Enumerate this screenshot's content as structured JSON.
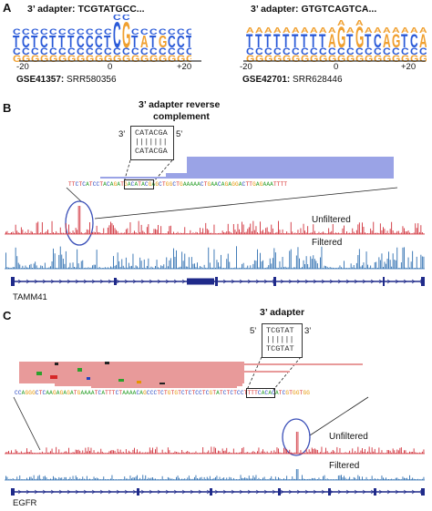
{
  "panel_a": {
    "letter": "A",
    "left_logo": {
      "title": "3’ adapter: TCGTATGCC...",
      "gse_id": "GSE41357:",
      "srr_id": "SRR580356",
      "ticks": [
        "-20",
        "0",
        "+20"
      ]
    },
    "right_logo": {
      "title": "3’ adapter: GTGTCAGTCA...",
      "gse_id": "GSE42701:",
      "srr_id": "SRR628446",
      "ticks": [
        "-20",
        "0",
        "+20"
      ]
    }
  },
  "panel_b": {
    "letter": "B",
    "callout_title_line1": "3’ adapter reverse",
    "callout_title_line2": "complement",
    "box_prime_left": "3’",
    "box_prime_right": "5’",
    "box_top": "CATACGA",
    "box_bars": "|||||||",
    "box_bottom": "CATACGA",
    "sequence": "TTCTCATCCTACAGATGACATACGAGCTGGCTGAAAAACTGAACAGAGGACTTGAGAAATTTT",
    "unfiltered_label": "Unfiltered",
    "filtered_label": "Filtered",
    "gene_label": "TAMM41"
  },
  "panel_c": {
    "letter": "C",
    "callout_title": "3’ adapter",
    "box_prime_left": "5’",
    "box_prime_right": "3’",
    "box_top": "TCGTAT",
    "box_bars": "||||||",
    "box_bottom": "TCGTAT",
    "sequence": "CCAGGGCTCAAGAGAGATGAAAATCATTTCTAAAACAGCCCTCTGTGTCTCTCCTCGTATCTCTCCTTTTCACACATCGTGGTGG",
    "unfiltered_label": "Unfiltered",
    "filtered_label": "Filtered",
    "gene_label": "EGFR"
  },
  "colors": {
    "base_a": "#2ca02c",
    "base_c": "#1f3fbf",
    "base_g": "#e69500",
    "base_t": "#d62728",
    "logo_blue": "#2a5ad8",
    "logo_orange": "#f0a030",
    "reads_blue": "#9aa3e6",
    "reads_pink": "#e89a9a",
    "track_red": "#d0303a",
    "track_blue": "#2f6fb0",
    "gene_navy": "#1f2a8a",
    "circle": "#3a4fb8"
  }
}
